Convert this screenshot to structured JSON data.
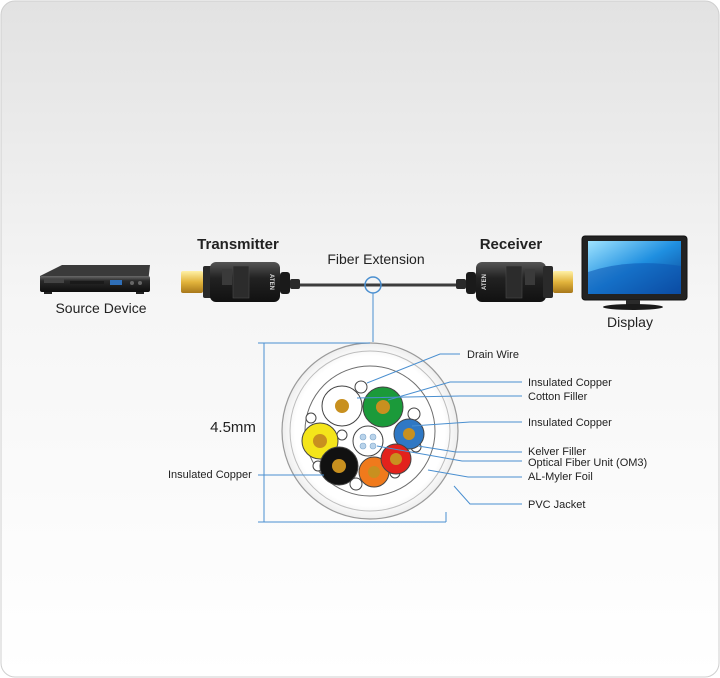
{
  "labels": {
    "transmitter": "Transmitter",
    "receiver": "Receiver",
    "fiber_extension": "Fiber Extension",
    "source_device": "Source Device",
    "display": "Display",
    "dimension": "4.5mm",
    "transmitter_brand": "ATEN",
    "receiver_brand": "ATEN"
  },
  "callouts": {
    "drain_wire": "Drain Wire",
    "insulated_copper_top": "Insulated Copper",
    "cotton_filler": "Cotton Filler",
    "insulated_copper_mid": "Insulated Copper",
    "kelver_filler": "Kelver Filler",
    "optical_fiber_unit": "Optical Fiber Unit (OM3)",
    "al_myler_foil": "AL-Myler  Foil",
    "pvc_jacket": "PVC Jacket",
    "insulated_copper_left": "Insulated Copper"
  },
  "colors": {
    "background_top": "#e4e4e4",
    "background_bottom": "#ffffff",
    "leader_line": "#4a8fd0",
    "conductor_copper": "#c8901f",
    "green": "#1b9a3a",
    "yellow": "#f4e51a",
    "black": "#111111",
    "orange": "#f07a1c",
    "red": "#e3221c",
    "blue": "#2f78c4"
  }
}
